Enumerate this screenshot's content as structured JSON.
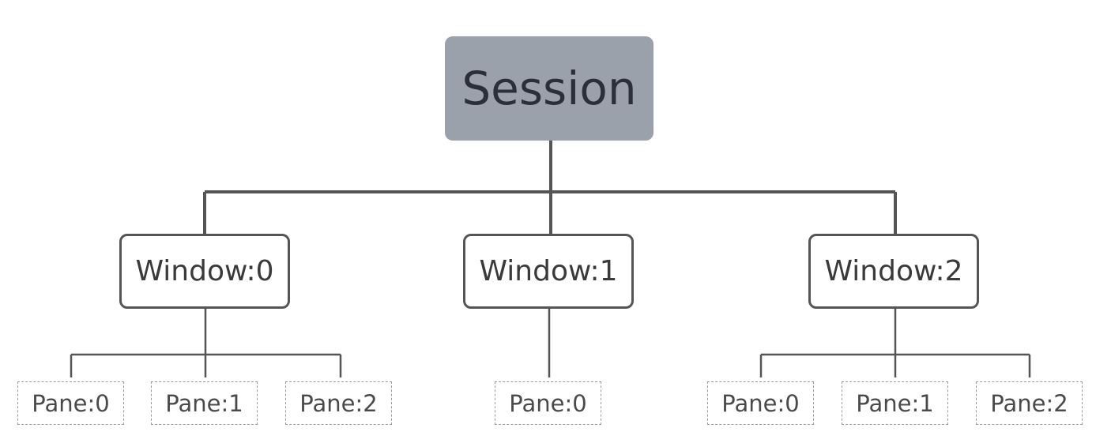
{
  "session": {
    "label": "Session",
    "fill_color": "#9ba1ab"
  },
  "windows": [
    {
      "label": "Window:0",
      "panes": [
        "Pane:0",
        "Pane:1",
        "Pane:2"
      ]
    },
    {
      "label": "Window:1",
      "panes": [
        "Pane:0"
      ]
    },
    {
      "label": "Window:2",
      "panes": [
        "Pane:0",
        "Pane:1",
        "Pane:2"
      ]
    }
  ],
  "colors": {
    "line": "#555555",
    "pane_border": "#9a9a9a"
  }
}
